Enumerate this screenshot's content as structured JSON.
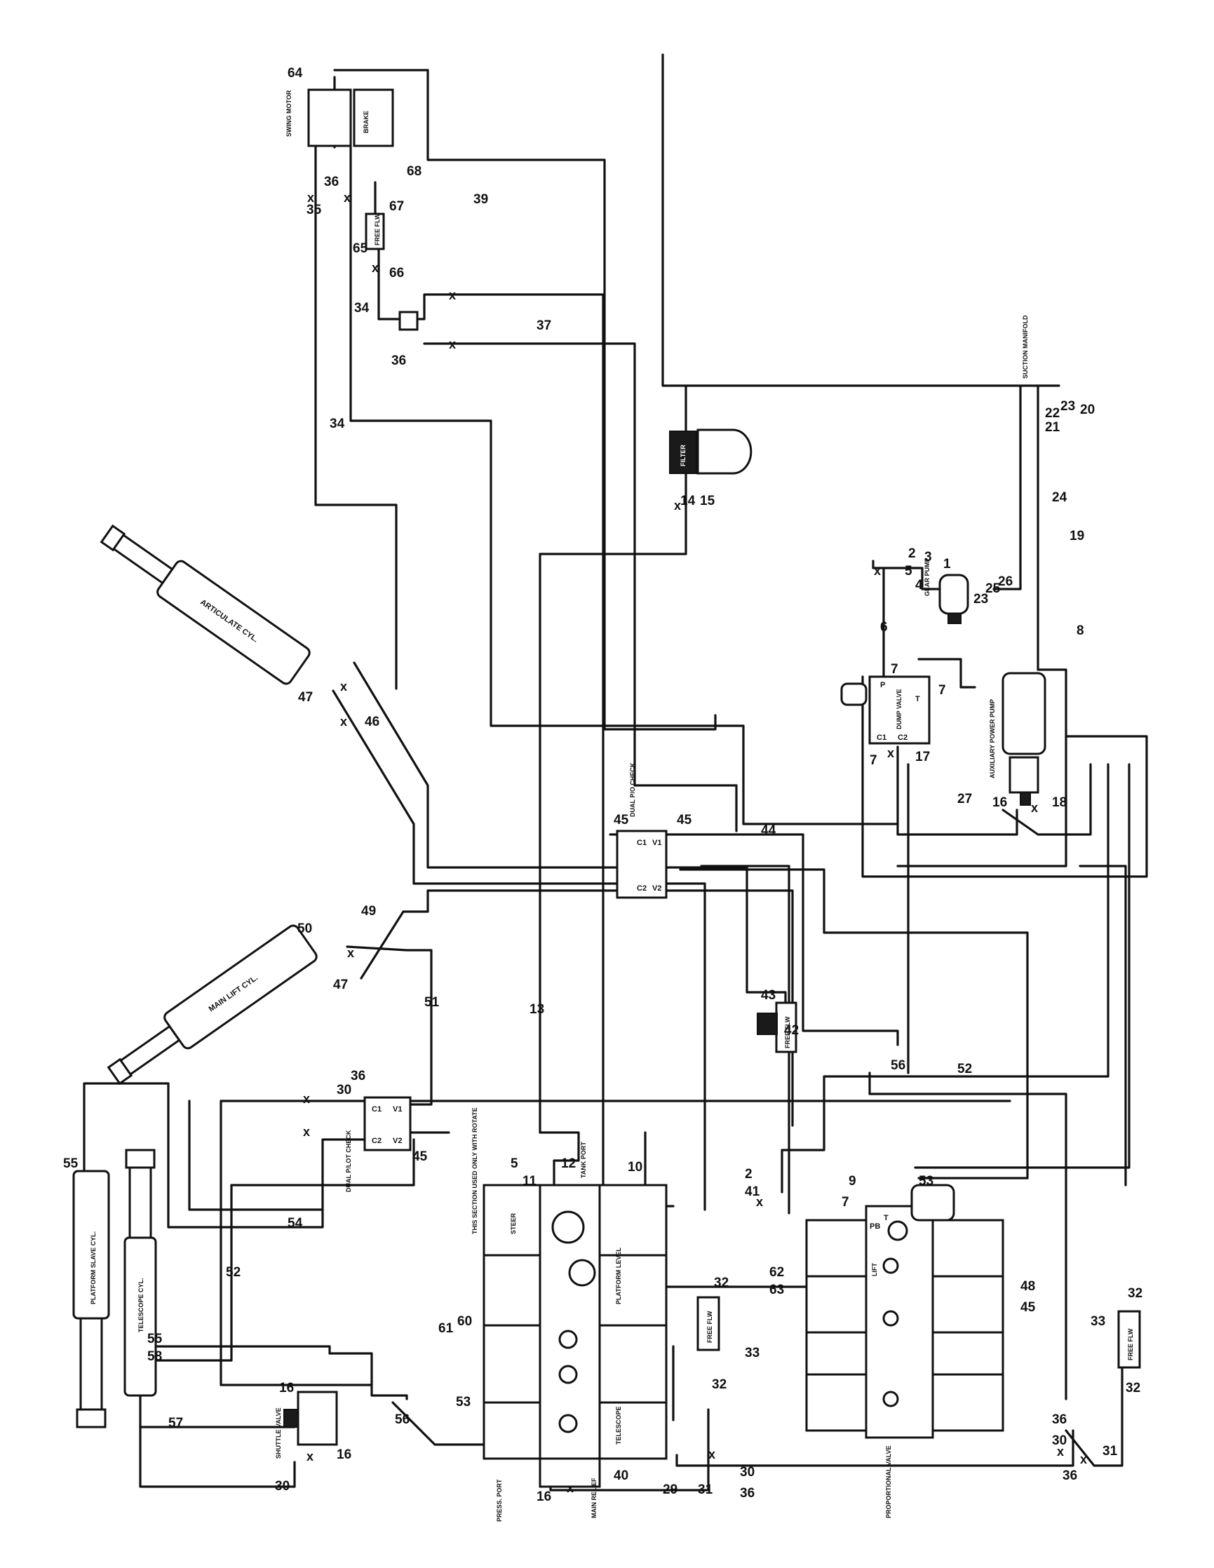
{
  "labels": {
    "swing_motor": "SWING MOTOR",
    "brake": "BRAKE",
    "free_flow_1": "FREE FLW",
    "free_flow_2": "FREE FLW",
    "free_flow_3": "FREE FLW",
    "free_flow_4": "FREE FLW",
    "suction_manifold": "SUCTION MANIFOLD",
    "filter": "FILTER",
    "gear_pump": "GEAR PUMP",
    "dump_valve": "DUMP VALVE",
    "aux_power_pump": "AUXILIARY POWER PUMP",
    "dual_pilot_check_top": "DUAL P/O CHECK",
    "dual_pilot_check_bottom": "DUAL P/LOT CHECK",
    "articulate_cyl": "ARTICULATE CYL.",
    "main_lift_cyl": "MAIN LIFT CYL.",
    "platform_slave_cyl": "PLATFORM SLAVE CYL.",
    "telescope_cyl": "TELESCOPE CYL.",
    "shuttle_valve": "SHUTTLE VALVE",
    "proportional_valve": "PROPORTIONAL VALVE",
    "steer": "STEER",
    "platform_level": "PLATFORM LEVEL",
    "telescope": "TELESCOPE",
    "lift": "LIFT",
    "note_section": "THIS SECTION USED ONLY WITH ROTATE",
    "main_relief": "MAIN RELIEF",
    "tank_port": "TANK PORT",
    "press_port": "PRESS. PORT",
    "port_p": "P",
    "port_t": "T",
    "port_c1": "C1",
    "port_c2": "C2",
    "port_v1": "V1",
    "port_v2": "V2",
    "port_pb": "PB"
  },
  "callouts": {
    "n64": "64",
    "n36a": "36",
    "n35": "35",
    "n68": "68",
    "n39": "39",
    "n67": "67",
    "n65": "65",
    "n66": "66",
    "n34a": "34",
    "n37": "37",
    "n36b": "36",
    "n34b": "34",
    "n14": "14",
    "n15": "15",
    "n21": "21",
    "n22": "22",
    "n23a": "23",
    "n20": "20",
    "n24": "24",
    "n19": "19",
    "n5a": "5",
    "n2a": "2",
    "n3": "3",
    "n4": "4",
    "n1": "1",
    "n23b": "23",
    "n25": "25",
    "n26": "26",
    "n6": "6",
    "n8": "8",
    "n7a": "7",
    "n7b": "7",
    "n7c": "7",
    "n17": "17",
    "n27": "27",
    "n16a": "16",
    "n18": "18",
    "n47a": "47",
    "n46": "46",
    "n45a": "45",
    "n45b": "45",
    "n44": "44",
    "n49": "49",
    "n50": "50",
    "n47b": "47",
    "n51": "51",
    "n13": "13",
    "n43": "43",
    "n42": "42",
    "n56a": "56",
    "n52a": "52",
    "n30a": "30",
    "n36c": "36",
    "n45c": "45",
    "n54": "54",
    "n12": "12",
    "n11": "11",
    "n5b": "5",
    "n10": "10",
    "n2b": "2",
    "n41": "41",
    "n7d": "7",
    "n9": "9",
    "n53a": "53",
    "n55a": "55",
    "n55b": "55",
    "n58": "58",
    "n52b": "52",
    "n61": "61",
    "n60": "60",
    "n32a": "32",
    "n32b": "32",
    "n32c": "32",
    "n32d": "32",
    "n33a": "33",
    "n33b": "33",
    "n62": "62",
    "n63": "63",
    "n48": "48",
    "n45d": "45",
    "n57": "57",
    "n16b": "16",
    "n16c": "16",
    "n56b": "56",
    "n53b": "53",
    "n30b": "30",
    "n16d": "16",
    "n40": "40",
    "n29": "29",
    "n31a": "31",
    "n30c": "30",
    "n36d": "36",
    "n30d": "30",
    "n36e": "36",
    "n31b": "31",
    "n36f": "36"
  }
}
